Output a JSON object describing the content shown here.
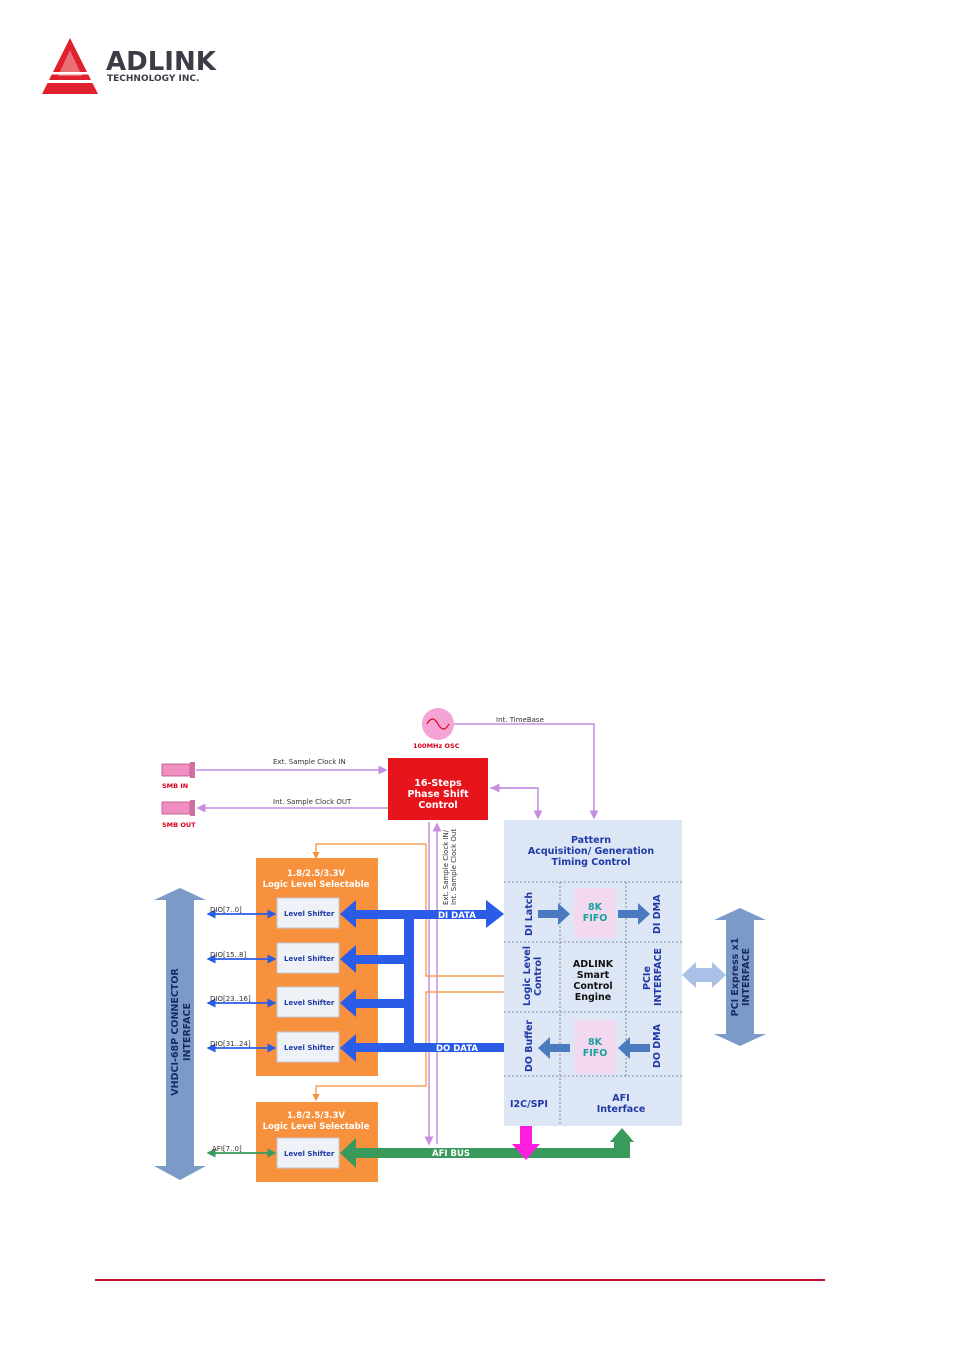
{
  "header": {
    "logo_brand": "ADLINK",
    "logo_sub": "TECHNOLOGY INC."
  },
  "diagram": {
    "osc": "100MHz OSC",
    "int_timebase": "Int. TimeBase",
    "smb_in": "SMB IN",
    "smb_out": "SMB OUT",
    "ext_clock_in": "Ext. Sample Clock IN",
    "int_clock_out": "Int. Sample Clock OUT",
    "phase_shift": [
      "16-Steps",
      "Phase Shift",
      "Control"
    ],
    "vertical_clock_1": "Ext. Sample Clock IN/",
    "vertical_clock_2": "Int. Sample Clock Out",
    "logic_sel_top": [
      "1.8/2.5/3.3V",
      "Logic Level Selectable"
    ],
    "logic_sel_bottom": [
      "1.8/2.5/3.3V",
      "Logic Level Selectable"
    ],
    "level_shifter": "Level Shifter",
    "dio_labels": [
      "DIO[7..0]",
      "DIO[15..8]",
      "DIO[23..16]",
      "DIO[31..24]"
    ],
    "afi_label": "AFI[7..0]",
    "connector": [
      "VHDCI-68P CONNECTOR",
      "INTERFACE"
    ],
    "di_data": "DI DATA",
    "do_data": "DO DATA",
    "afi_bus": "AFI BUS",
    "pattern": [
      "Pattern",
      "Acquisition/ Generation",
      "Timing Control"
    ],
    "di_latch": "DI Latch",
    "fifo_top": [
      "8K",
      "FIFO"
    ],
    "di_dma": "DI DMA",
    "logic_level_control": [
      "Logic Level",
      "Control"
    ],
    "engine": [
      "ADLINK",
      "Smart",
      "Control",
      "Engine"
    ],
    "pcie_interface": [
      "PCIe",
      "INTERFACE"
    ],
    "do_buffer": "DO Buffer",
    "fifo_bottom": [
      "8K",
      "FIFO"
    ],
    "do_dma": "DO DMA",
    "i2c": "I2C/SPI",
    "afi_interface": [
      "AFI",
      "Interface"
    ],
    "pci_express": [
      "PCI Express x1",
      "INTERFACE"
    ]
  },
  "colors": {
    "accent_red": "#c8102e",
    "orange": "#f7913d",
    "panel_blue": "#dde6f5",
    "bus_blue": "#2a5ce8",
    "bus_green": "#3a9a5c",
    "clock_purple": "#c48fe0",
    "magenta": "#ff1ee0"
  }
}
